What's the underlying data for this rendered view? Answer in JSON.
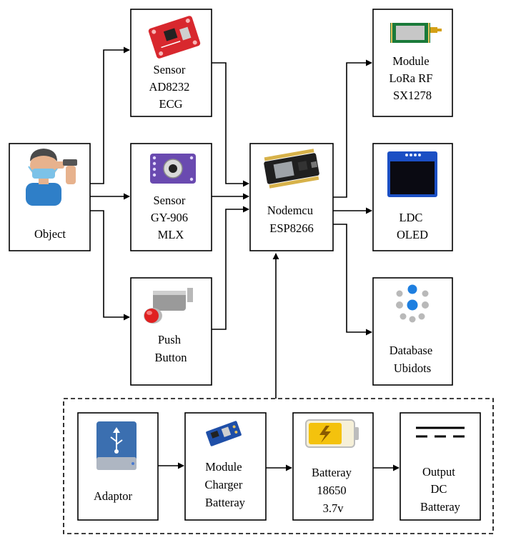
{
  "colors": {
    "line": "#000000",
    "box_border": "#000000",
    "sensor_board": "#d8282e",
    "mlx_board": "#6a4ab0",
    "button_red": "#e02020",
    "esp_board": "#1f1f1f",
    "lora_board": "#1a7a3a",
    "oled_screen": "#0d2a9e",
    "db_blue": "#1e7fe0",
    "db_gray": "#b9b9b9",
    "usb_drive": "#3b6fb0",
    "charger_board": "#1f4fa8",
    "battery_yellow": "#f4c20d"
  },
  "boxes": {
    "object": {
      "lines": [
        "Object"
      ],
      "icon": "person-temperature-check-icon"
    },
    "sensor_ecg": {
      "lines": [
        "Sensor",
        "AD8232",
        "ECG"
      ],
      "icon": "ecg-sensor-board-icon"
    },
    "sensor_mlx": {
      "lines": [
        "Sensor",
        "GY-906",
        "MLX"
      ],
      "icon": "infrared-sensor-board-icon"
    },
    "push_button": {
      "lines": [
        "Push",
        "Button"
      ],
      "icon": "push-button-icon"
    },
    "nodemcu": {
      "lines": [
        "Nodemcu",
        "ESP8266"
      ],
      "icon": "nodemcu-board-icon"
    },
    "lora": {
      "lines": [
        "Module",
        "LoRa RF",
        "SX1278"
      ],
      "icon": "lora-module-icon"
    },
    "oled": {
      "lines": [
        "LDC",
        "OLED"
      ],
      "icon": "oled-display-icon"
    },
    "database": {
      "lines": [
        "Database",
        "Ubidots"
      ],
      "icon": "ubidots-logo-icon"
    },
    "adaptor": {
      "lines": [
        "Adaptor"
      ],
      "icon": "usb-drive-icon"
    },
    "charger": {
      "lines": [
        "Module",
        "Charger",
        "Batteray"
      ],
      "icon": "charger-module-icon"
    },
    "battery": {
      "lines": [
        "Batteray",
        "18650",
        "3.7v"
      ],
      "icon": "charging-battery-icon"
    },
    "output": {
      "lines": [
        "Output",
        "DC",
        "Batteray"
      ],
      "icon": "dc-symbol-icon"
    }
  }
}
